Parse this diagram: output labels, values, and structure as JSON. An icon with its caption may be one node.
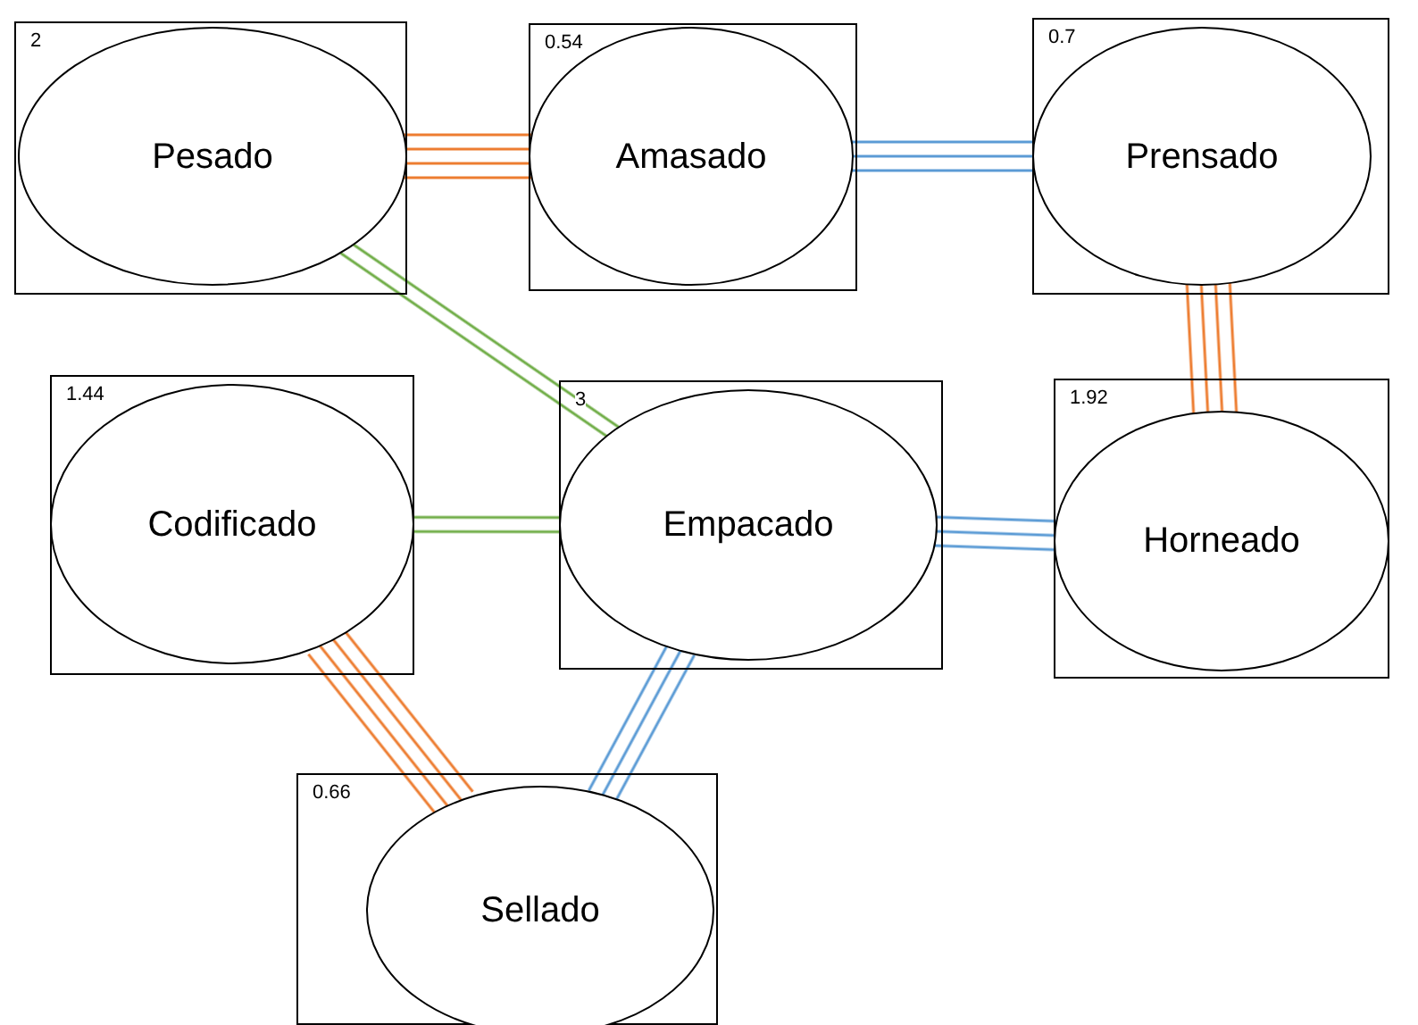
{
  "diagram": {
    "nodes": [
      {
        "text": [
          "2",
          "Pesado"
        ]
      },
      {
        "text": [
          "0.54",
          "Amasado"
        ]
      },
      {
        "text": [
          "0.7",
          "Prensado"
        ]
      },
      {
        "text": [
          "1.44",
          "Codificado"
        ]
      },
      {
        "text": [
          "3",
          "Empacado"
        ]
      },
      {
        "text": [
          "1.92",
          "Horneado"
        ]
      },
      {
        "text": [
          "0.66",
          "Sellado"
        ]
      }
    ],
    "edges": [
      {
        "from": 0,
        "to": 1,
        "arrow": "none",
        "color": "#ed7d31"
      },
      {
        "from": 1,
        "to": 2,
        "arrow": "none",
        "color": "#5b9bd5"
      },
      {
        "from": 0,
        "to": 4,
        "arrow": "none",
        "color": "#70ad47"
      },
      {
        "from": 2,
        "to": 5,
        "arrow": "none",
        "color": "#ed7d31"
      },
      {
        "from": 3,
        "to": 4,
        "arrow": "none",
        "color": "#70ad47"
      },
      {
        "from": 4,
        "to": 5,
        "arrow": "none",
        "color": "#5b9bd5"
      },
      {
        "from": 3,
        "to": 6,
        "arrow": "none",
        "color": "#ed7d31"
      },
      {
        "from": 4,
        "to": 6,
        "arrow": "none",
        "color": "#5b9bd5"
      }
    ]
  }
}
